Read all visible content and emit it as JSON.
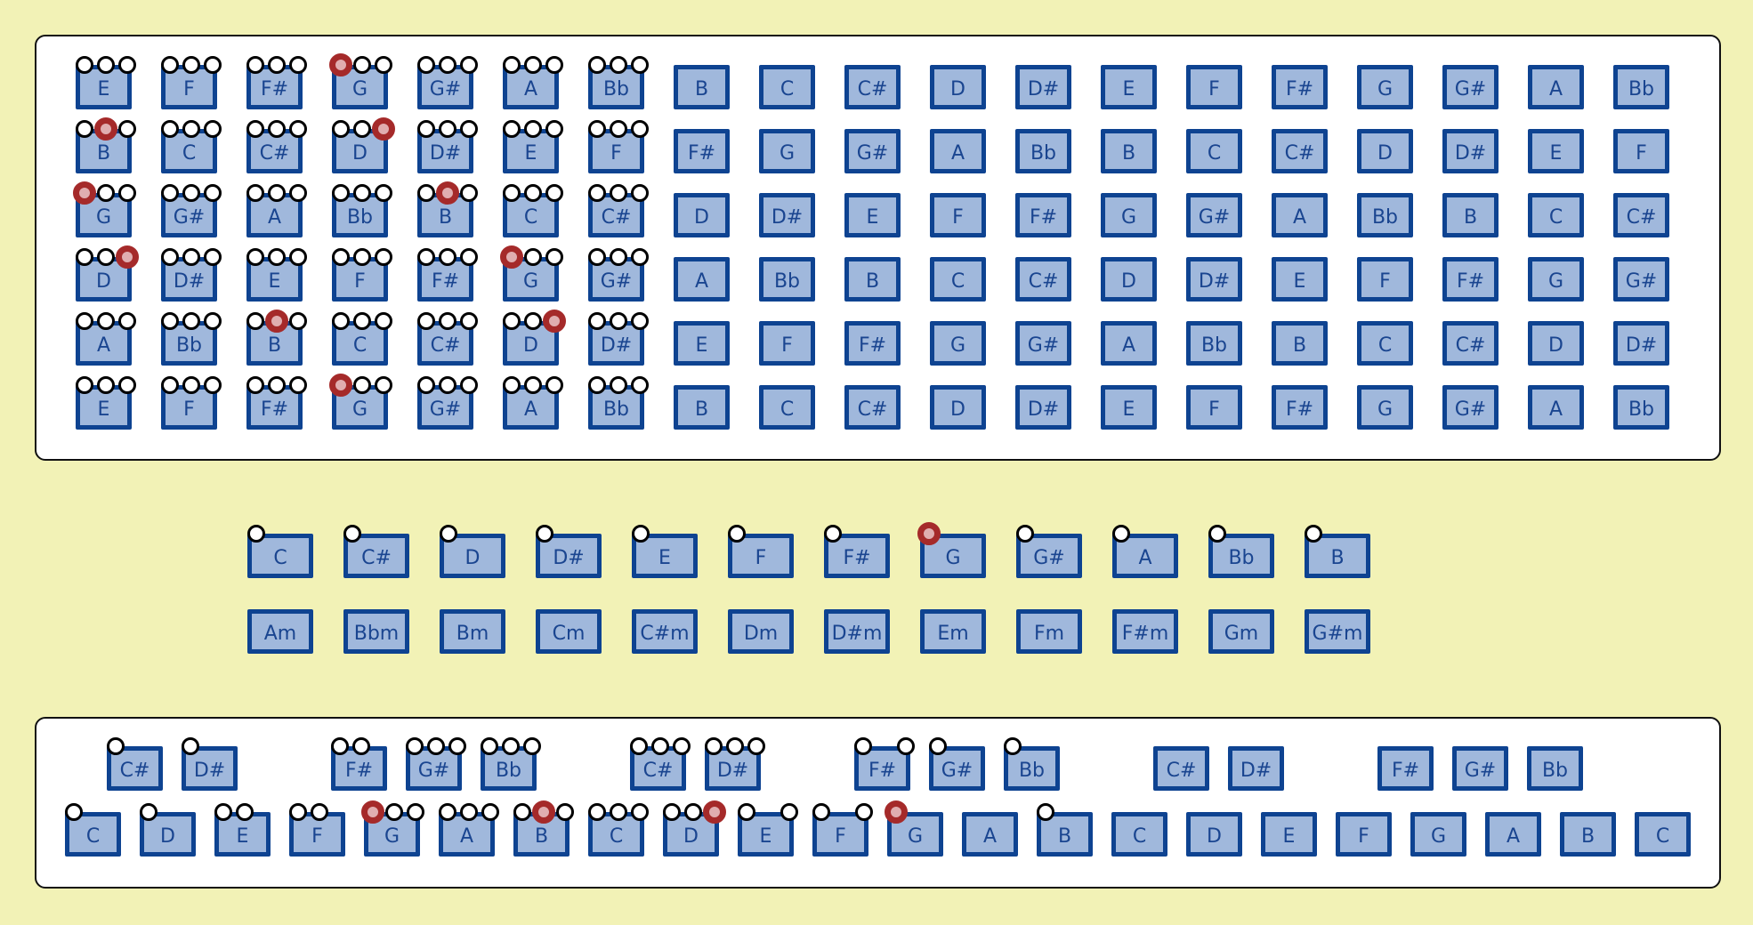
{
  "notes": [
    "C",
    "C#",
    "D",
    "D#",
    "E",
    "F",
    "F#",
    "G",
    "G#",
    "A",
    "Bb",
    "B"
  ],
  "fretboard": {
    "strings": [
      {
        "open": "E",
        "circles": [
          [
            1,
            1,
            1
          ],
          [
            1,
            1,
            1
          ],
          [
            1,
            1,
            1
          ],
          [
            2,
            1,
            1
          ],
          [
            1,
            1,
            1
          ],
          [
            1,
            1,
            1
          ],
          [
            1,
            1,
            1
          ]
        ]
      },
      {
        "open": "B",
        "circles": [
          [
            1,
            2,
            1
          ],
          [
            1,
            1,
            1
          ],
          [
            1,
            1,
            1
          ],
          [
            1,
            1,
            2
          ],
          [
            1,
            1,
            1
          ],
          [
            1,
            1,
            1
          ],
          [
            1,
            1,
            1
          ]
        ]
      },
      {
        "open": "G",
        "circles": [
          [
            2,
            1,
            1
          ],
          [
            1,
            1,
            1
          ],
          [
            1,
            1,
            1
          ],
          [
            1,
            1,
            1
          ],
          [
            1,
            2,
            1
          ],
          [
            1,
            1,
            1
          ],
          [
            1,
            1,
            1
          ]
        ]
      },
      {
        "open": "D",
        "circles": [
          [
            1,
            1,
            2
          ],
          [
            1,
            1,
            1
          ],
          [
            1,
            1,
            1
          ],
          [
            1,
            1,
            1
          ],
          [
            1,
            1,
            1
          ],
          [
            2,
            1,
            1
          ],
          [
            1,
            1,
            1
          ]
        ]
      },
      {
        "open": "A",
        "circles": [
          [
            1,
            1,
            1
          ],
          [
            1,
            1,
            1
          ],
          [
            1,
            2,
            1
          ],
          [
            1,
            1,
            1
          ],
          [
            1,
            1,
            1
          ],
          [
            1,
            1,
            2
          ],
          [
            1,
            1,
            1
          ]
        ]
      },
      {
        "open": "E",
        "circles": [
          [
            1,
            1,
            1
          ],
          [
            1,
            1,
            1
          ],
          [
            1,
            1,
            1
          ],
          [
            2,
            1,
            1
          ],
          [
            1,
            1,
            1
          ],
          [
            1,
            1,
            1
          ],
          [
            1,
            1,
            1
          ]
        ]
      }
    ],
    "fret_count": 19,
    "labels": []
  },
  "root_keys": {
    "labels": [
      "C",
      "C#",
      "D",
      "D#",
      "E",
      "F",
      "F#",
      "G",
      "G#",
      "A",
      "Bb",
      "B"
    ],
    "selected": [
      1,
      1,
      1,
      1,
      1,
      1,
      1,
      2,
      1,
      1,
      1,
      1
    ]
  },
  "minor_keys": [
    "Am",
    "Bbm",
    "Bm",
    "Cm",
    "C#m",
    "Dm",
    "D#m",
    "Em",
    "Fm",
    "F#m",
    "Gm",
    "G#m"
  ],
  "piano": {
    "white": [
      {
        "label": "C",
        "c": [
          1,
          0,
          0
        ]
      },
      {
        "label": "D",
        "c": [
          1,
          0,
          0
        ]
      },
      {
        "label": "E",
        "c": [
          1,
          1,
          0
        ]
      },
      {
        "label": "F",
        "c": [
          1,
          1,
          0
        ]
      },
      {
        "label": "G",
        "c": [
          2,
          1,
          1
        ]
      },
      {
        "label": "A",
        "c": [
          1,
          1,
          1
        ]
      },
      {
        "label": "B",
        "c": [
          1,
          2,
          1
        ]
      },
      {
        "label": "C",
        "c": [
          1,
          1,
          1
        ]
      },
      {
        "label": "D",
        "c": [
          1,
          1,
          2
        ]
      },
      {
        "label": "E",
        "c": [
          1,
          0,
          1
        ]
      },
      {
        "label": "F",
        "c": [
          1,
          0,
          1
        ]
      },
      {
        "label": "G",
        "c": [
          2,
          0,
          0
        ]
      },
      {
        "label": "A",
        "c": [
          0,
          0,
          0
        ]
      },
      {
        "label": "B",
        "c": [
          1,
          0,
          0
        ]
      },
      {
        "label": "C",
        "c": [
          0,
          0,
          0
        ]
      },
      {
        "label": "D",
        "c": [
          0,
          0,
          0
        ]
      },
      {
        "label": "E",
        "c": [
          0,
          0,
          0
        ]
      },
      {
        "label": "F",
        "c": [
          0,
          0,
          0
        ]
      },
      {
        "label": "G",
        "c": [
          0,
          0,
          0
        ]
      },
      {
        "label": "A",
        "c": [
          0,
          0,
          0
        ]
      },
      {
        "label": "B",
        "c": [
          0,
          0,
          0
        ]
      },
      {
        "label": "C",
        "c": [
          0,
          0,
          0
        ]
      }
    ],
    "black": [
      {
        "label": "C#",
        "after": 0,
        "c": [
          1,
          0,
          0
        ]
      },
      {
        "label": "D#",
        "after": 1,
        "c": [
          1,
          0,
          0
        ]
      },
      {
        "label": "F#",
        "after": 3,
        "c": [
          1,
          1,
          0
        ]
      },
      {
        "label": "G#",
        "after": 4,
        "c": [
          1,
          1,
          1
        ]
      },
      {
        "label": "Bb",
        "after": 5,
        "c": [
          1,
          1,
          1
        ]
      },
      {
        "label": "C#",
        "after": 7,
        "c": [
          1,
          1,
          1
        ]
      },
      {
        "label": "D#",
        "after": 8,
        "c": [
          1,
          1,
          1
        ]
      },
      {
        "label": "F#",
        "after": 10,
        "c": [
          1,
          0,
          1
        ]
      },
      {
        "label": "G#",
        "after": 11,
        "c": [
          1,
          0,
          0
        ]
      },
      {
        "label": "Bb",
        "after": 12,
        "c": [
          1,
          0,
          0
        ]
      },
      {
        "label": "C#",
        "after": 14,
        "c": [
          0,
          0,
          0
        ]
      },
      {
        "label": "D#",
        "after": 15,
        "c": [
          0,
          0,
          0
        ]
      },
      {
        "label": "F#",
        "after": 17,
        "c": [
          0,
          0,
          0
        ]
      },
      {
        "label": "G#",
        "after": 18,
        "c": [
          0,
          0,
          0
        ]
      },
      {
        "label": "Bb",
        "after": 19,
        "c": [
          0,
          0,
          0
        ]
      }
    ]
  }
}
